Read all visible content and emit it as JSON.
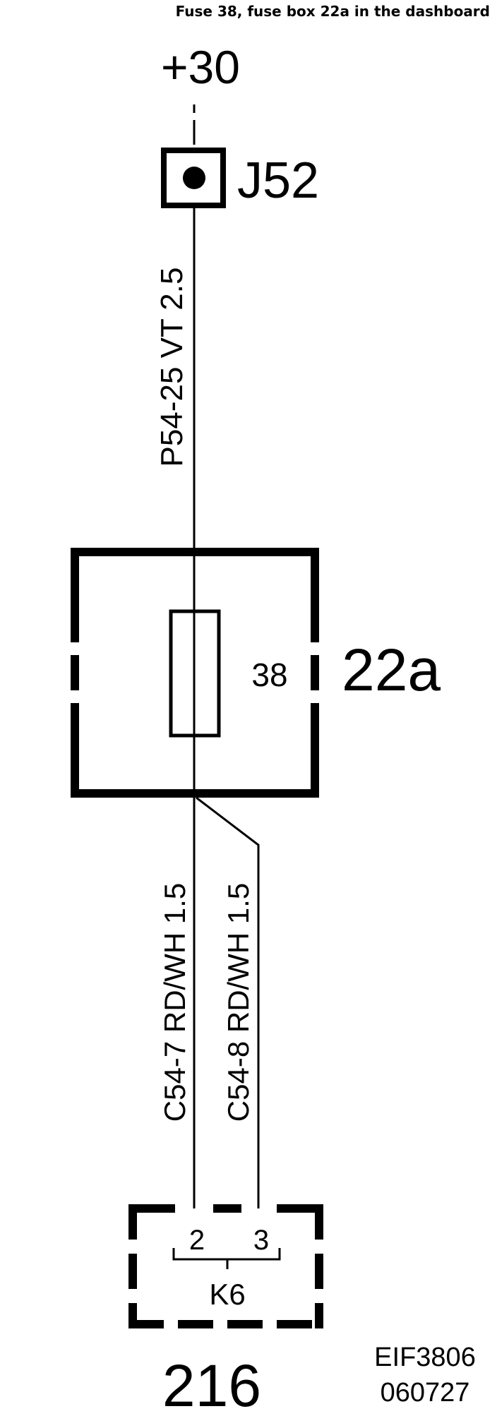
{
  "header": {
    "title": "Fuse 38, fuse box 22a in the dashboard"
  },
  "supply": {
    "label": "+30"
  },
  "junction": {
    "label": "J52"
  },
  "wire_top": {
    "label": "P54-25  VT  2.5"
  },
  "fuse": {
    "number": "38",
    "box_label": "22a"
  },
  "wire_left": {
    "label": "C54-7  RD/WH 1.5"
  },
  "wire_right": {
    "label": "C54-8  RD/WH 1.5"
  },
  "connector": {
    "pin_left": "2",
    "pin_right": "3",
    "name": "K6",
    "component_number": "216"
  },
  "reference": {
    "code": "EIF3806",
    "date": "060727"
  }
}
